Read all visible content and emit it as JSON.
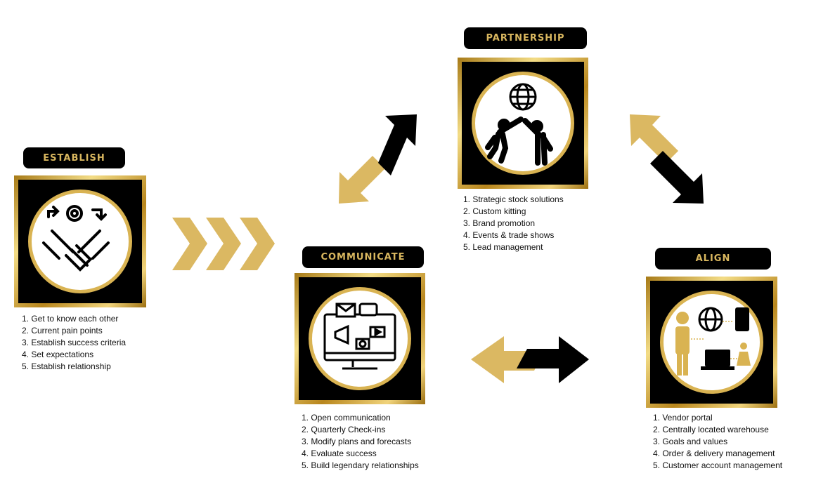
{
  "colors": {
    "gold": "#dbb862",
    "black": "#000000"
  },
  "stages": [
    {
      "title": "ESTABLISH",
      "icon": "handshake-icon",
      "items": [
        "1. Get to know each other",
        "2. Current pain points",
        "3. Establish success criteria",
        "4. Set expectations",
        "5. Establish relationship"
      ]
    },
    {
      "title": "PARTNERSHIP",
      "icon": "high-five-globe-icon",
      "items": [
        "1. Strategic stock solutions",
        "2. Custom kitting",
        "3. Brand promotion",
        "4. Events & trade shows",
        "5. Lead management"
      ]
    },
    {
      "title": "COMMUNICATE",
      "icon": "media-monitor-icon",
      "items": [
        "1. Open communication",
        "2. Quarterly Check-ins",
        "3. Modify plans and forecasts",
        "4. Evaluate success",
        "5. Build legendary relationships"
      ]
    },
    {
      "title": "ALIGN",
      "icon": "connected-devices-icon",
      "items": [
        "1. Vendor portal",
        "2. Centrally located warehouse",
        "3. Goals and values",
        "4. Order & delivery management",
        "5. Customer account management"
      ]
    }
  ]
}
